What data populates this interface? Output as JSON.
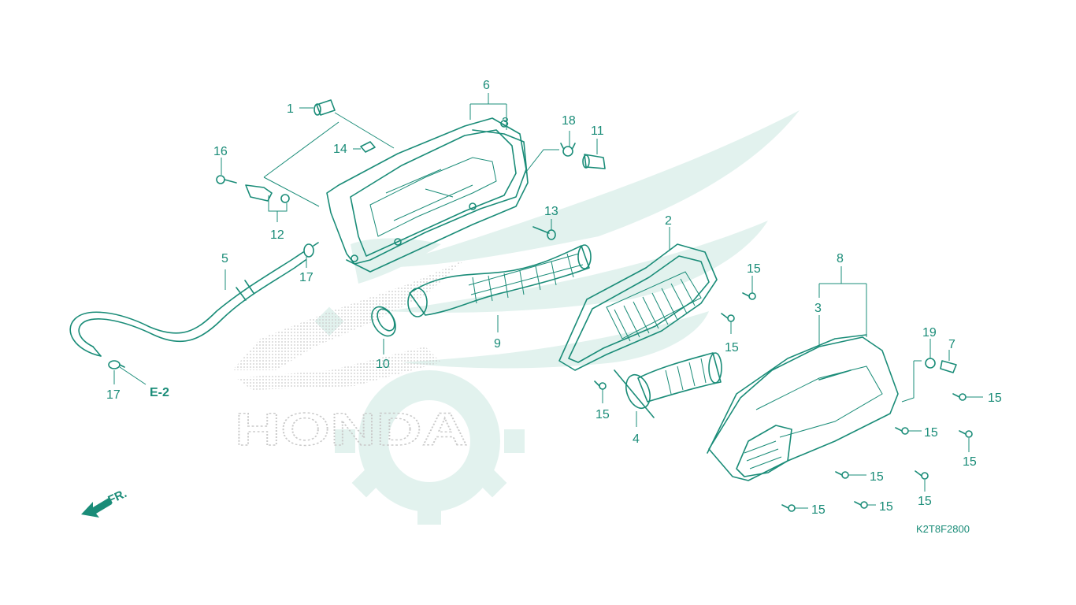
{
  "diagram": {
    "code": "K2T8F2800",
    "direction_label": "FR.",
    "ref_label": "E-2",
    "brand_watermark": "HONDA",
    "colors": {
      "line": "#1a8c78",
      "watermark": "#e2f2ee",
      "background": "#ffffff"
    }
  },
  "callouts": [
    {
      "id": "c1",
      "text": "1"
    },
    {
      "id": "c2",
      "text": "2"
    },
    {
      "id": "c3a",
      "text": "3"
    },
    {
      "id": "c3b",
      "text": "3"
    },
    {
      "id": "c4",
      "text": "4"
    },
    {
      "id": "c5",
      "text": "5"
    },
    {
      "id": "c6",
      "text": "6"
    },
    {
      "id": "c7",
      "text": "7"
    },
    {
      "id": "c8",
      "text": "8"
    },
    {
      "id": "c9",
      "text": "9"
    },
    {
      "id": "c10",
      "text": "10"
    },
    {
      "id": "c11",
      "text": "11"
    },
    {
      "id": "c12",
      "text": "12"
    },
    {
      "id": "c13",
      "text": "13"
    },
    {
      "id": "c14",
      "text": "14"
    },
    {
      "id": "c15a",
      "text": "15"
    },
    {
      "id": "c15b",
      "text": "15"
    },
    {
      "id": "c15c",
      "text": "15"
    },
    {
      "id": "c15d",
      "text": "15"
    },
    {
      "id": "c15e",
      "text": "15"
    },
    {
      "id": "c15f",
      "text": "15"
    },
    {
      "id": "c15g",
      "text": "15"
    },
    {
      "id": "c15h",
      "text": "15"
    },
    {
      "id": "c15i",
      "text": "15"
    },
    {
      "id": "c15j",
      "text": "15"
    },
    {
      "id": "c15k",
      "text": "15"
    },
    {
      "id": "c16",
      "text": "16"
    },
    {
      "id": "c17a",
      "text": "17"
    },
    {
      "id": "c17b",
      "text": "17"
    },
    {
      "id": "c18",
      "text": "18"
    },
    {
      "id": "c19",
      "text": "19"
    }
  ]
}
